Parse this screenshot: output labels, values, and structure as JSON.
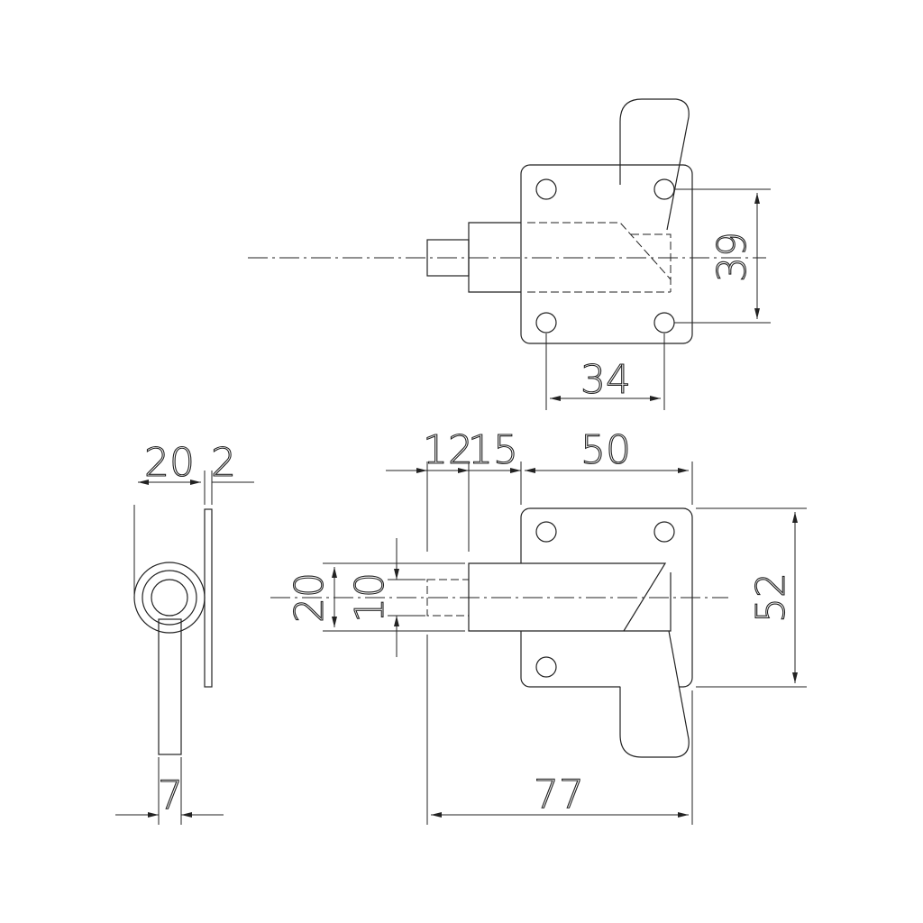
{
  "dimensions": {
    "top_hole_spacing_vertical": "39",
    "top_hole_spacing_horizontal": "34",
    "side_width": "20",
    "side_plate_thickness": "2",
    "side_handle_width": "7",
    "front_bolt_length_1": "12",
    "front_bolt_length_2": "15",
    "front_plate_width": "50",
    "front_bolt_diameter_outer": "20",
    "front_bolt_diameter_inner": "10",
    "front_plate_height": "52",
    "front_overall_length": "77"
  }
}
